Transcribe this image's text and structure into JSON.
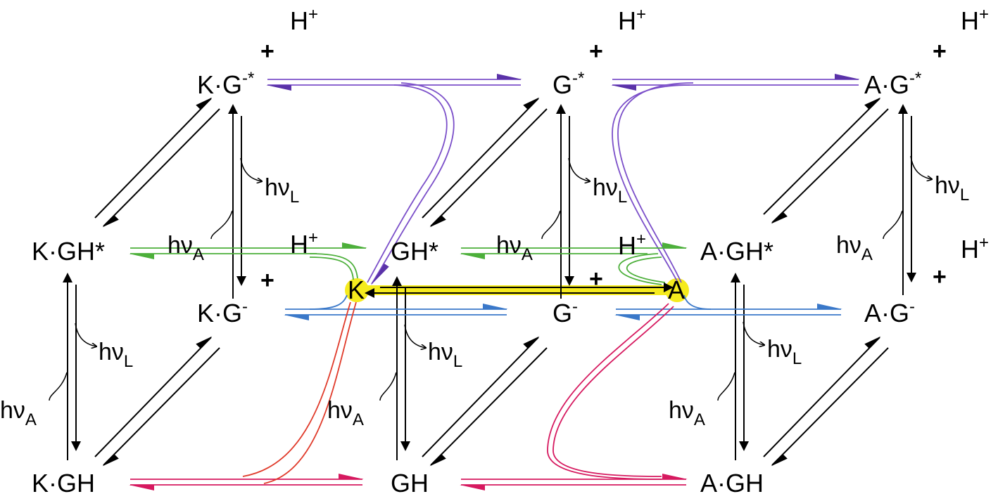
{
  "species": {
    "KGm_star": {
      "base": "K·G",
      "sup": "-*"
    },
    "Gm_star": {
      "base": "G",
      "sup": "-*"
    },
    "AGm_star": {
      "base": "A·G",
      "sup": "-*"
    },
    "KGH_star": {
      "base": "K·GH*"
    },
    "GH_star": {
      "base": "GH*"
    },
    "AGH_star": {
      "base": "A·GH*"
    },
    "KGm": {
      "base": "K·G",
      "sup": "-"
    },
    "Gm": {
      "base": "G",
      "sup": "-"
    },
    "AGm": {
      "base": "A·G",
      "sup": "-"
    },
    "KGH": {
      "base": "K·GH"
    },
    "GH": {
      "base": "GH"
    },
    "AGH": {
      "base": "A·GH"
    },
    "K": {
      "base": "K"
    },
    "A": {
      "base": "A"
    }
  },
  "proton": {
    "base": "H",
    "sup": "+"
  },
  "plus": "+",
  "hvL": {
    "base": "hν",
    "sub": "L"
  },
  "hvA": {
    "base": "hν",
    "sub": "A"
  },
  "colors": {
    "purple": "#7b4fc9",
    "green": "#4caf3a",
    "blue": "#3a78c9",
    "magenta": "#d6195f",
    "red": "#e03a2a",
    "yellow": "#f5eb1e"
  }
}
